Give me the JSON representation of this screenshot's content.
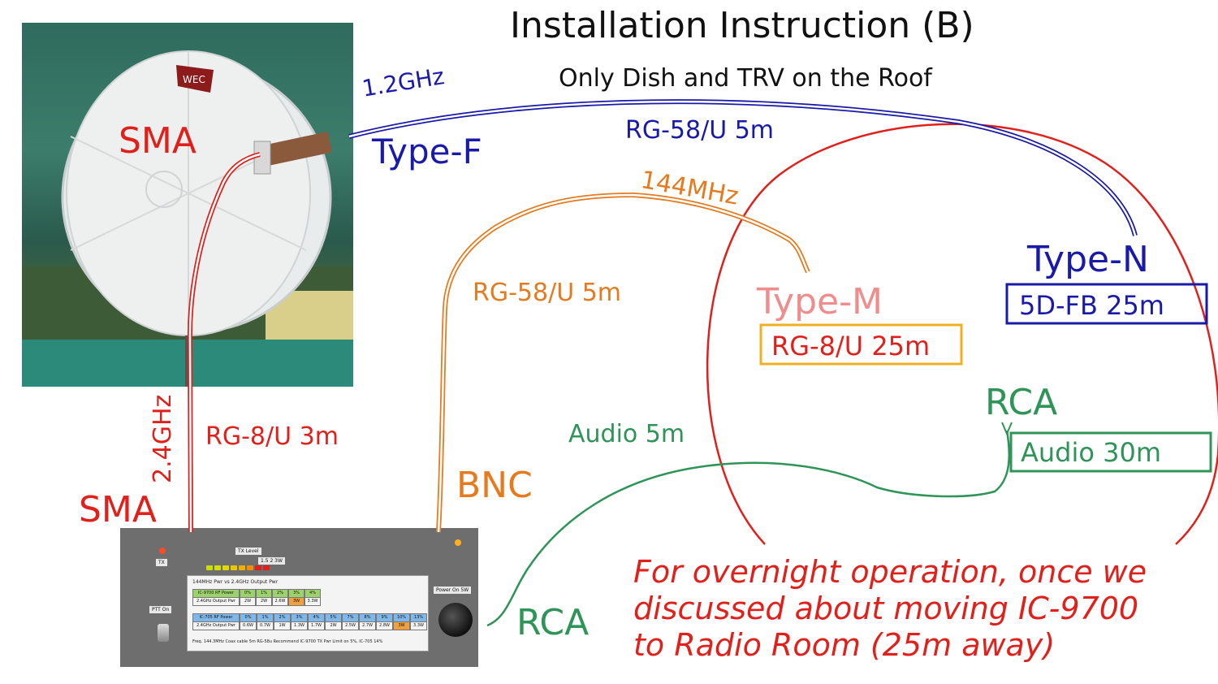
{
  "title": "Installation Instruction (B)",
  "subtitle": "Only Dish and TRV on the Roof",
  "note": {
    "line1": "For overnight operation, once we",
    "line2": "discussed about moving IC-9700",
    "line3": "to Radio Room (25m away)"
  },
  "labels": {
    "sma_top": "SMA",
    "freq_1_2ghz": "1.2GHz",
    "type_f": "Type-F",
    "rg58_5m_blue": "RG-58/U 5m",
    "freq_144mhz": "144MHz",
    "rg58_5m_orange": "RG-58/U 5m",
    "type_n": "Type-N",
    "cable_5dfb": "5D-FB 25m",
    "type_m": "Type-M",
    "cable_rg8_25m": "RG-8/U 25m",
    "rca_right": "RCA",
    "audio_30m": "Audio 30m",
    "audio_5m": "Audio 5m",
    "freq_2_4ghz": "2.4GHz",
    "rg8_3m": "RG-8/U 3m",
    "sma_bottom": "SMA",
    "bnc": "BNC",
    "rca_bottom": "RCA"
  },
  "photo_labels": {
    "dish_logo": "WEC",
    "tx": "TX",
    "ptt_on": "PTT On",
    "tx_level": "TX Level",
    "tx_level_values": "1.5 2 3W",
    "power_on": "Power On 5W",
    "table_title": "144MHz Pwr vs 2.4GHz Output Pwr",
    "row1_label": "IC-9700 RF Power",
    "row1_values": [
      "0%",
      "1%",
      "2%",
      "3%",
      "4%"
    ],
    "row2_label": "2.4GHz Output Pwr",
    "row2_values": [
      "2W",
      "2W",
      "2.6W",
      "3W",
      "3.3W"
    ],
    "row3_label": "IC-705 RF Power",
    "row3_values": [
      "0%",
      "1%",
      "2%",
      "3%",
      "4%",
      "5%",
      "7%",
      "8%",
      "9%",
      "10%",
      "13%"
    ],
    "row4_label": "2.4GHz Output Pwr",
    "row4_values": [
      "0.6W",
      "0.7W",
      "1W",
      "1.3W",
      "1.7W",
      "2W",
      "2.5W",
      "2.7W",
      "2.8W",
      "3W",
      "3.3W"
    ],
    "footer": "Freq. 144.3MHz    Coax cable 5m RG-58u          Recommend IC-9700 TX Pwr Limit on 5%, IC-705 14%"
  },
  "colors": {
    "red": "#e0201b",
    "blue": "#1a1aa8",
    "orange": "#e57a1e",
    "green": "#2e9457",
    "pink": "#f08c8c",
    "yellow": "#f0b020"
  }
}
